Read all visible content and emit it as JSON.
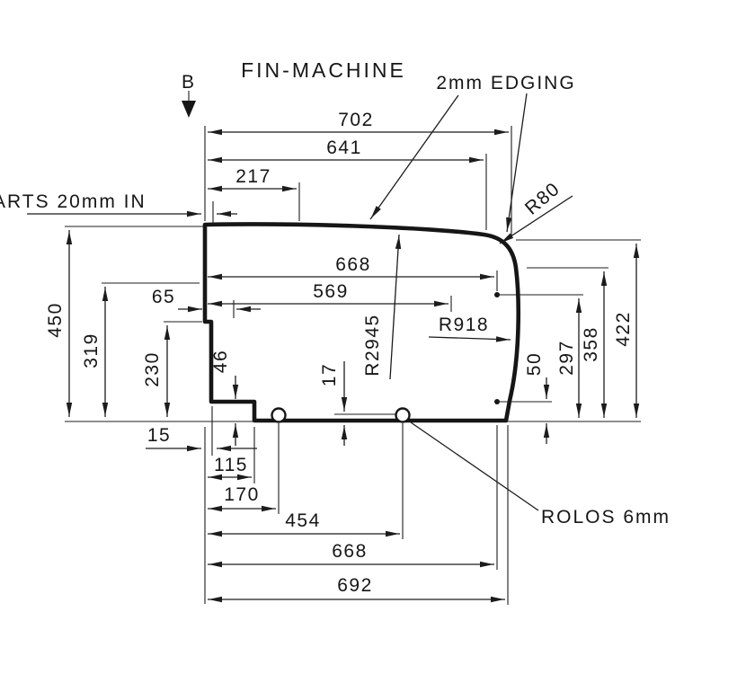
{
  "drawing": {
    "title": "FIN-MACHINE",
    "section_label": "B",
    "notes": {
      "edging": "2mm EDGING",
      "starts_in": "ARTS 20mm IN",
      "rolos": "ROLOS 6mm"
    },
    "radii": {
      "r80": "R80",
      "r918": "R918",
      "r2945": "R2945"
    },
    "dims": {
      "w702": "702",
      "w641": "641",
      "w217": "217",
      "w668_mid": "668",
      "w569": "569",
      "w65": "65",
      "h450": "450",
      "h319": "319",
      "h230": "230",
      "h46": "46",
      "h17": "17",
      "h422": "422",
      "h358": "358",
      "h297": "297",
      "h50": "50",
      "w15": "15",
      "w115": "115",
      "w170": "170",
      "w454": "454",
      "w668_bottom": "668",
      "w692": "692"
    },
    "colors": {
      "ink": "#1c1c1c",
      "background": "#ffffff"
    }
  }
}
